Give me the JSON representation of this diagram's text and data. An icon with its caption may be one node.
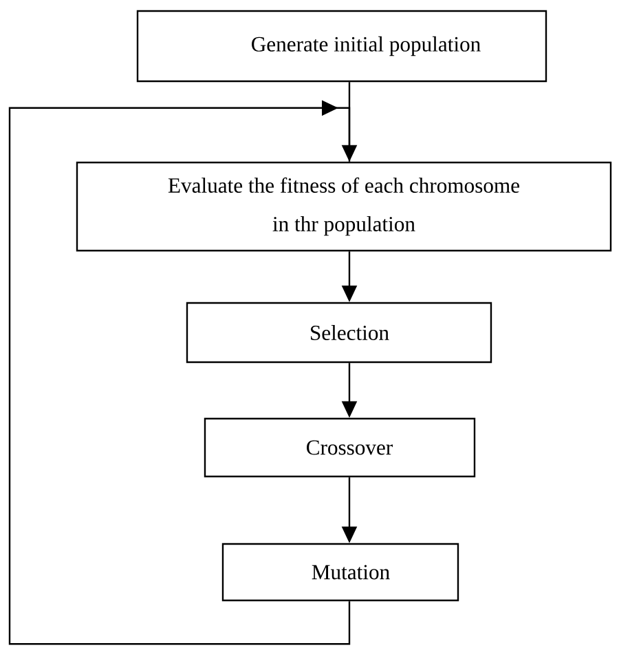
{
  "diagram": {
    "nodes": [
      {
        "text": [
          "Generate initial population"
        ]
      },
      {
        "text": [
          "Evaluate the fitness of each chromosome in thr population"
        ]
      },
      {
        "text": [
          "Selection"
        ]
      },
      {
        "text": [
          "Crossover"
        ]
      },
      {
        "text": [
          "Mutation"
        ]
      }
    ],
    "edges": [
      {
        "from": 0,
        "to": 1,
        "arrow": "to"
      },
      {
        "from": 1,
        "to": 2,
        "arrow": "to"
      },
      {
        "from": 2,
        "to": 3,
        "arrow": "to"
      },
      {
        "from": 3,
        "to": 4,
        "arrow": "to"
      },
      {
        "from": 4,
        "to": 1,
        "arrow": "to"
      }
    ]
  }
}
